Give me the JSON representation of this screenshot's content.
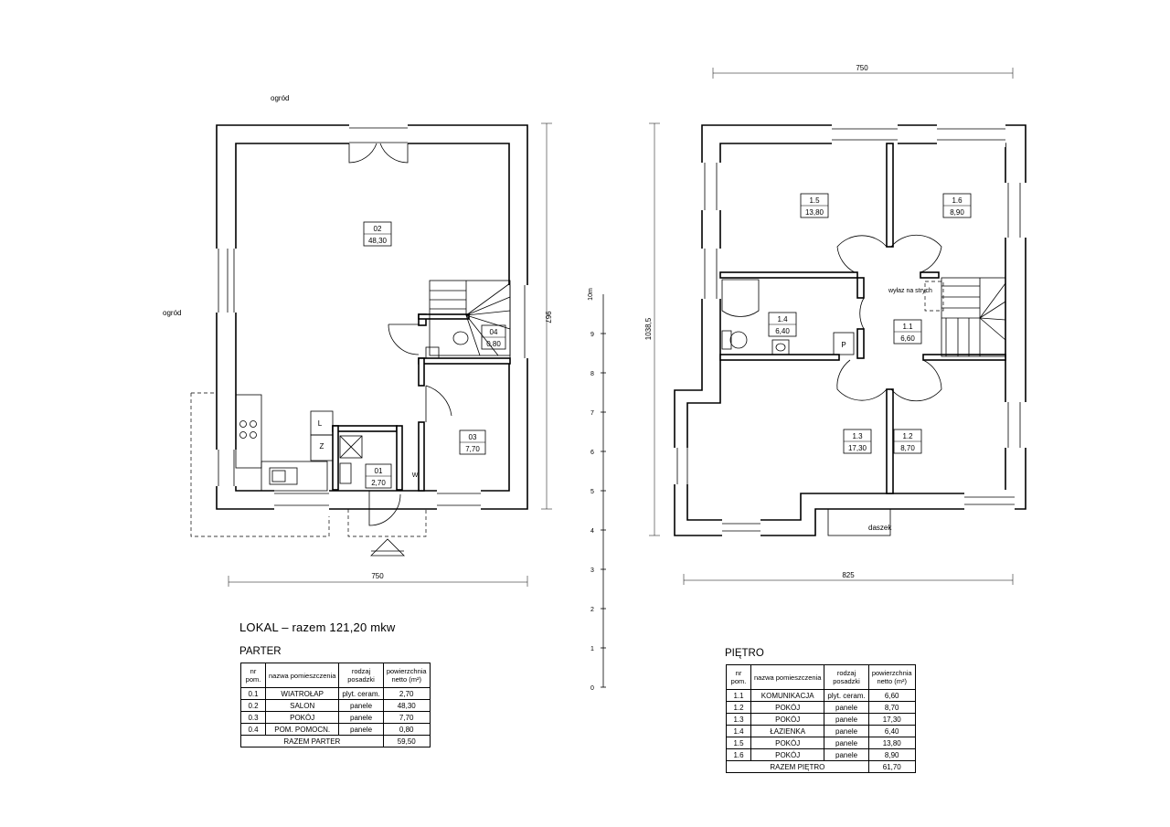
{
  "title": "LOKAL – razem 121,20 mkw",
  "labels": {
    "garden_top": "ogród",
    "garden_left": "ogród",
    "attic": "wyłaz na strych",
    "canopy": "daszek",
    "shaft": "P",
    "kitchen_l": "L",
    "kitchen_z": "Z",
    "wm": "W"
  },
  "dimensions": {
    "parter_width": "750",
    "parter_height": "967",
    "pietro_width_top": "750",
    "pietro_width_bottom": "825",
    "pietro_height": "1038,5"
  },
  "scale": {
    "unit": "10m",
    "ticks": [
      "9",
      "8",
      "7",
      "6",
      "5",
      "4",
      "3",
      "2",
      "1",
      "0"
    ]
  },
  "rooms_ground": [
    {
      "no": "02",
      "area": "48,30"
    },
    {
      "no": "03",
      "area": "7,70"
    },
    {
      "no": "01",
      "area": "2,70"
    },
    {
      "no": "04",
      "area": "0,80"
    }
  ],
  "rooms_upper": [
    {
      "no": "1.5",
      "area": "13,80"
    },
    {
      "no": "1.6",
      "area": "8,90"
    },
    {
      "no": "1.4",
      "area": "6,40"
    },
    {
      "no": "1.1",
      "area": "6,60"
    },
    {
      "no": "1.3",
      "area": "17,30"
    },
    {
      "no": "1.2",
      "area": "8,70"
    }
  ],
  "parter_table": {
    "heading": "PARTER",
    "headers": [
      "nr pom.",
      "nazwa pomieszczenia",
      "rodzaj posadzki",
      "powierzchnia netto (m²)"
    ],
    "rows": [
      [
        "0.1",
        "WIATROŁAP",
        "plyt. ceram.",
        "2,70"
      ],
      [
        "0.2",
        "SALON",
        "panele",
        "48,30"
      ],
      [
        "0.3",
        "POKÓJ",
        "panele",
        "7,70"
      ],
      [
        "0.4",
        "POM. POMOCN.",
        "panele",
        "0,80"
      ]
    ],
    "total_label": "RAZEM PARTER",
    "total_value": "59,50"
  },
  "pietro_table": {
    "heading": "PIĘTRO",
    "headers": [
      "nr pom.",
      "nazwa pomieszczenia",
      "rodzaj posadzki",
      "powierzchnia netto (m²)"
    ],
    "rows": [
      [
        "1.1",
        "KOMUNIKACJA",
        "plyt. ceram.",
        "6,60"
      ],
      [
        "1.2",
        "POKÓJ",
        "panele",
        "8,70"
      ],
      [
        "1.3",
        "POKÓJ",
        "panele",
        "17,30"
      ],
      [
        "1.4",
        "ŁAZIENKA",
        "panele",
        "6,40"
      ],
      [
        "1.5",
        "POKÓJ",
        "panele",
        "13,80"
      ],
      [
        "1.6",
        "POKÓJ",
        "panele",
        "8,90"
      ]
    ],
    "total_label": "RAZEM PIĘTRO",
    "total_value": "61,70"
  }
}
